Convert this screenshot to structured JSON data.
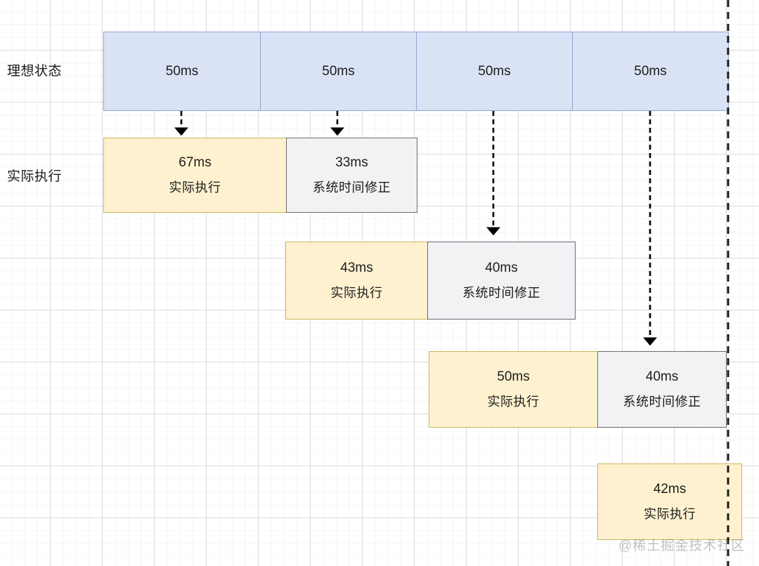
{
  "diagram": {
    "title": "setInterval timer drift timeline",
    "colors": {
      "ideal_fill": "#dae3f5",
      "ideal_stroke": "#8ea6cd",
      "actual_fill": "#fdf1cf",
      "actual_stroke": "#cbb75b",
      "correction_fill": "#f2f2f5",
      "correction_stroke": "#6a6a72",
      "grid": "#a0a0a0",
      "arrow": "#000000"
    },
    "rows": [
      {
        "label": "理想状态"
      },
      {
        "label": "实际执行"
      }
    ],
    "ideal_track": {
      "segments": [
        {
          "value": "50ms"
        },
        {
          "value": "50ms"
        },
        {
          "value": "50ms"
        },
        {
          "value": "50ms"
        }
      ]
    },
    "execution_rows": [
      {
        "actual": {
          "value": "67ms",
          "caption": "实际执行"
        },
        "correction": {
          "value": "33ms",
          "caption": "系统时间修正"
        }
      },
      {
        "actual": {
          "value": "43ms",
          "caption": "实际执行"
        },
        "correction": {
          "value": "40ms",
          "caption": "系统时间修正"
        }
      },
      {
        "actual": {
          "value": "50ms",
          "caption": "实际执行"
        },
        "correction": {
          "value": "40ms",
          "caption": "系统时间修正"
        }
      },
      {
        "actual": {
          "value": "42ms",
          "caption": "实际执行"
        },
        "correction": null
      }
    ],
    "watermark": "@稀土掘金技术社区"
  }
}
